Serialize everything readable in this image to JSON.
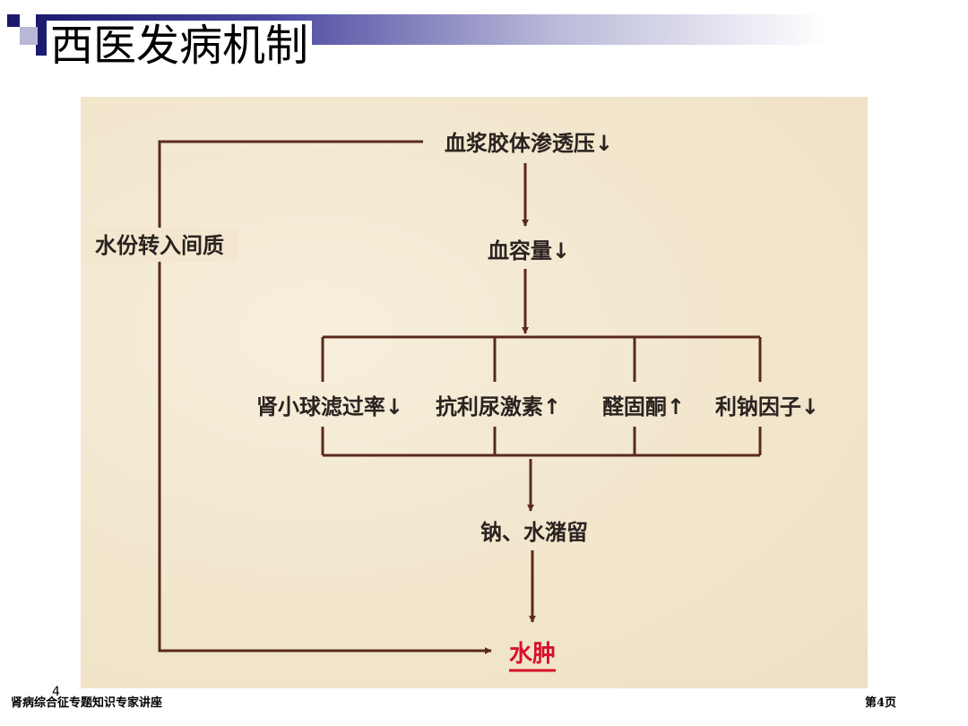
{
  "slide": {
    "title": "西医发病机制",
    "footer_left": "肾病综合征专题知识专家讲座",
    "footer_number": "4",
    "footer_right": "第4页"
  },
  "diagram": {
    "top_node": "血浆胶体渗透压↓",
    "volume_node": "血容量↓",
    "left_loop_label": "水份转入间质",
    "factors": [
      "肾小球滤过率↓",
      "抗利尿激素↑",
      "醛固酮↑",
      "利钠因子↓"
    ],
    "retention_node": "钠、水潴留",
    "result_node": "水肿"
  },
  "colors": {
    "arrow": "#5a2a1c",
    "result": "#d8102a",
    "title_bar": "#1c1a6e"
  }
}
